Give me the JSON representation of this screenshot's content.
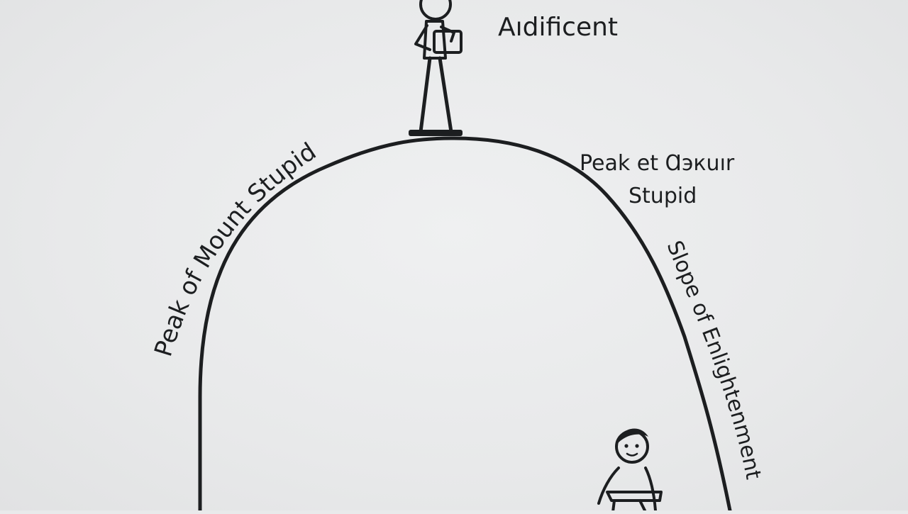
{
  "labels": {
    "top_word": "Aıdificent",
    "curve_left": "Peak  of Mount Stupid",
    "right_peak_line1": "Peak et Ɑэкuır",
    "right_peak_line2": "Stupid",
    "slope": "Slope of Enlightenment"
  },
  "colors": {
    "background": "#e9eaeb",
    "ink": "#1c1e20"
  }
}
